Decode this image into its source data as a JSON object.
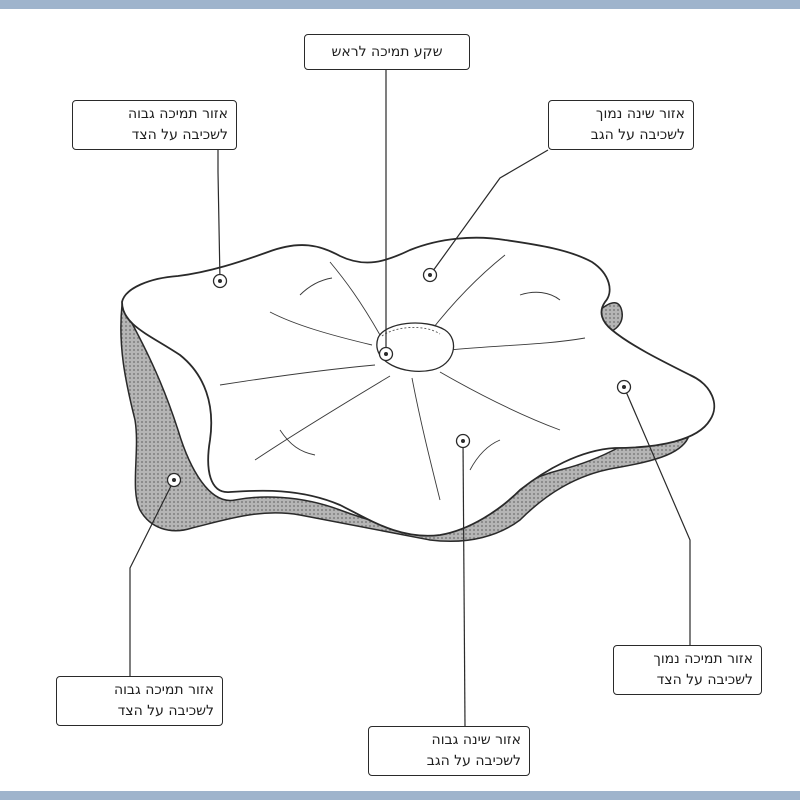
{
  "callouts": {
    "head_hollow": {
      "line1": "שקע תמיכה לראש"
    },
    "high_side_left_top": {
      "line1": "אזור תמיכה גבוה",
      "line2": "לשכיבה על הצד"
    },
    "soft_back_top": {
      "line1": "אזור שינה נמוך",
      "line2": "לשכיבה על הגב"
    },
    "high_side_left_bottom": {
      "line1": "אזור תמיכה גבוה",
      "line2": "לשכיבה על הצד"
    },
    "high_back_bottom": {
      "line1": "אזור שינה גבוה",
      "line2": "לשכיבה על הגב"
    },
    "soft_side_right": {
      "line1": "אזור תמיכה נמוך",
      "line2": "לשכיבה על הצד"
    }
  },
  "colors": {
    "frame": "#9fb4cc",
    "outline": "#2a2a2a",
    "mesh": "#8a8a8a"
  }
}
